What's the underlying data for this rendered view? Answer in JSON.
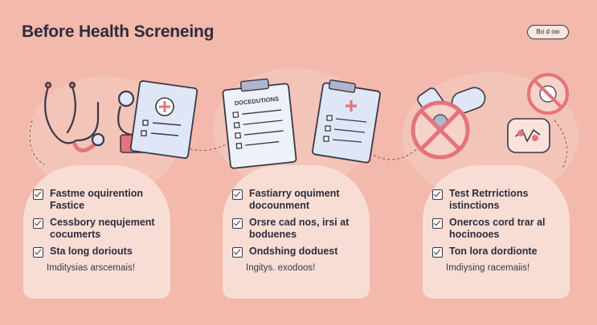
{
  "header": {
    "title": "Before Health Screneing",
    "pill_label": "Bo d ow"
  },
  "illustrations": {
    "doc_heading": "DOCEDUTIONS"
  },
  "columns": [
    {
      "items": [
        "Fastme oquirention\nFastice",
        "Cessbory nequjement\ncocumerts",
        "Sta long doriouts"
      ],
      "footer": "Imditysias arscemais!"
    },
    {
      "items": [
        "Fastiarry oquiment\ndocounment",
        "Orsre cad nos, irsi at\nboduenes",
        "Ondshing doduest"
      ],
      "footer": "Ingitys. exodoos!"
    },
    {
      "items": [
        "Test Retrrictions\nistinctions",
        "Onercos cord trar al\nhocinooes",
        "Ton lora dordionte"
      ],
      "footer": "Imdiysing racemaiis!"
    }
  ],
  "colors": {
    "background": "#f2b9ac",
    "panel": "#f8ddd5",
    "outline": "#3a3848",
    "accent_red": "#e5737a",
    "document": "#dfe6f5"
  }
}
